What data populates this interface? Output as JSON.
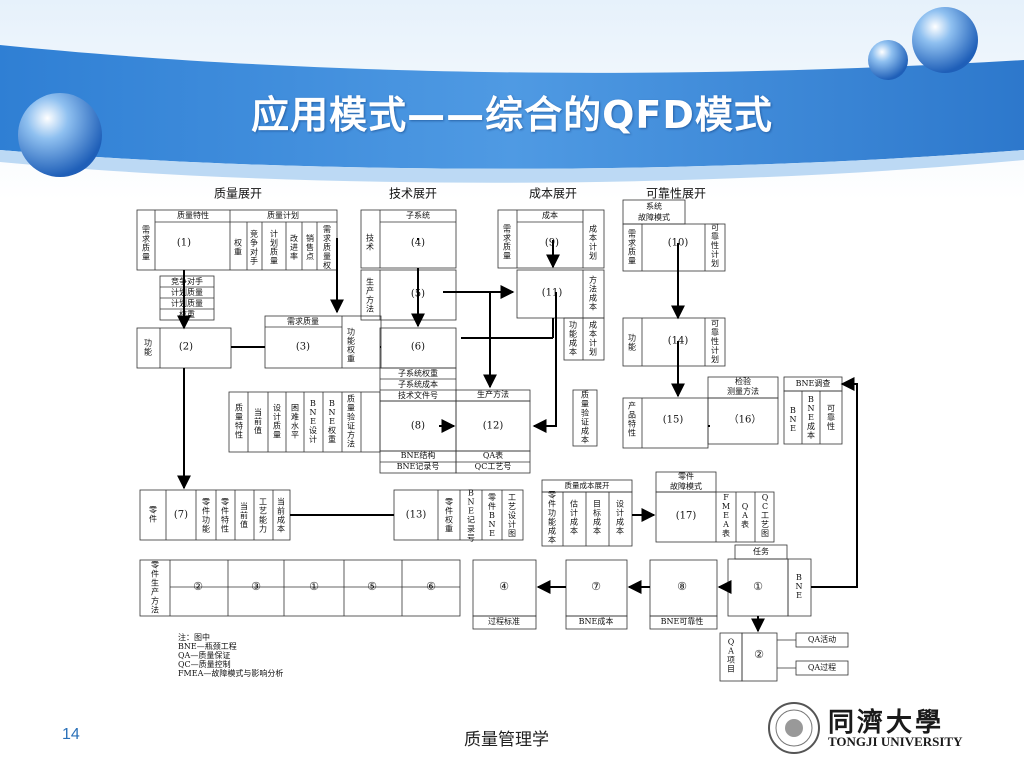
{
  "title": "应用模式——综合的QFD模式",
  "footer": {
    "page": "14",
    "course": "质量管理学"
  },
  "logo": {
    "cn": "同濟大學",
    "en": "TONGJI UNIVERSITY"
  },
  "sections": {
    "quality": "质量展开",
    "tech": "技术展开",
    "cost": "成本展开",
    "reliability": "可靠性展开"
  },
  "m1": {
    "top1": "质量特性",
    "top2": "质量计划",
    "left": "需求质量",
    "n": "(1)",
    "cols": [
      "权重",
      "竞争对手",
      "计划质量",
      "改进率",
      "销售点",
      "需求质量权"
    ],
    "below": [
      "竞争对手",
      "计划质量",
      "计划质量",
      "权重"
    ]
  },
  "m2": {
    "left": "功能",
    "n": "(2)"
  },
  "m3": {
    "top": "需求质量",
    "n": "(3)",
    "right": "功能权重"
  },
  "m4": {
    "top": "子系统",
    "left": "技术",
    "n": "(4)"
  },
  "m5": {
    "left": "生产方法",
    "n": "(5)"
  },
  "m6": {
    "n": "(6)",
    "rows": [
      "子系统权重",
      "子系统成本",
      "技术文件号"
    ]
  },
  "m8": {
    "cols": [
      "质量特性",
      "当前值",
      "设计质量",
      "困难水平",
      "BNE设计",
      "BNE权重",
      "质量验证方法"
    ],
    "n": "(8)",
    "bot1": "BNE结构",
    "bot2": "BNE记录号"
  },
  "m12": {
    "top": "生产方法",
    "n": "(12)",
    "bot1": "QA表",
    "bot2": "QC工艺号",
    "side": "质量验证成本"
  },
  "m9": {
    "top": "成本",
    "left": "需求质量",
    "n": "(9)",
    "right": "成本计划"
  },
  "m11": {
    "n": "(11)",
    "right": "方法成本",
    "b1": "功能成本",
    "b2": "成本计划"
  },
  "m10": {
    "top": "系统故障模式",
    "left": "需求质量",
    "n": "(10)",
    "right": "可靠性计划"
  },
  "m14": {
    "left": "功能",
    "n": "(14)",
    "right": "可靠性计划"
  },
  "m15": {
    "left": "产品特性",
    "n": "(15)"
  },
  "m16": {
    "top": "检验测量方法",
    "n": "（16）",
    "top2": "BNE调查",
    "c1": "BNE",
    "c2": "BNE成本",
    "c3": "可靠性"
  },
  "m7": {
    "left": "零件",
    "n": "(7)",
    "cols": [
      "零件功能",
      "零件特性",
      "当前值",
      "工艺能力",
      "当前成本"
    ]
  },
  "m13": {
    "n": "(13)",
    "cols": [
      "零件权重",
      "BNE记录号",
      "零件BNE",
      "工艺设计图"
    ]
  },
  "mc": {
    "top": "质量成本展开",
    "cols": [
      "零件功能成本",
      "估计成本",
      "目标成本",
      "设计成本"
    ]
  },
  "m17": {
    "top": "零件故障模式",
    "n": "(17)",
    "cols": [
      "FMEA表",
      "QA表",
      "QC工艺图"
    ]
  },
  "chain": {
    "left": "零件生产方法",
    "items": [
      "②",
      "③",
      "①",
      "⑤",
      "⑥"
    ],
    "c4": "④",
    "c4lab": "过程标准",
    "c7": "⑦",
    "c7lab": "BNE成本",
    "c8": "⑧",
    "c8lab": "BNE可靠性",
    "task": "任务",
    "c1": "①",
    "bne": "BNE"
  },
  "qa": {
    "left": "QA项目",
    "n": "②",
    "r1": "QA活动",
    "r2": "QA过程"
  },
  "notes": [
    "注：图中",
    "BNE—瓶颈工程",
    "QA—质量保证",
    "QC—质量控制",
    "FMEA—故障模式与影响分析"
  ]
}
